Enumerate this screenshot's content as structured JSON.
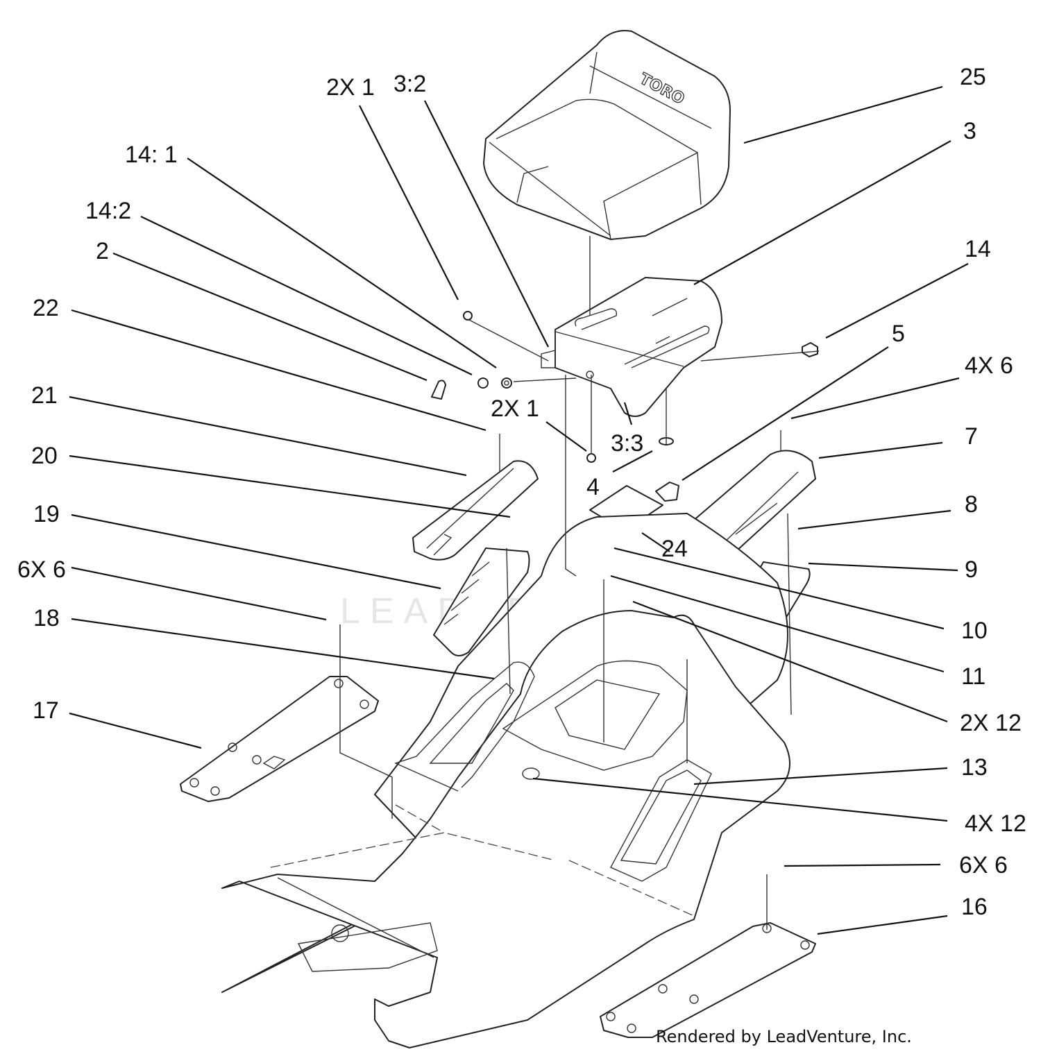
{
  "watermark": "LEADVENTURE",
  "credit": "Rendered by LeadVenture, Inc.",
  "seat_logo": "TORO",
  "callouts": [
    {
      "key": "25",
      "text": "25"
    },
    {
      "key": "3",
      "text": "3"
    },
    {
      "key": "2x1-top",
      "text": "2X 1"
    },
    {
      "key": "3-2",
      "text": "3:2"
    },
    {
      "key": "14-1",
      "text": "14: 1"
    },
    {
      "key": "14-2",
      "text": "14:2"
    },
    {
      "key": "2",
      "text": "2"
    },
    {
      "key": "22",
      "text": "22"
    },
    {
      "key": "14",
      "text": "14"
    },
    {
      "key": "5",
      "text": "5"
    },
    {
      "key": "4x6",
      "text": "4X 6"
    },
    {
      "key": "21",
      "text": "21"
    },
    {
      "key": "2x1-mid",
      "text": "2X 1"
    },
    {
      "key": "3-3",
      "text": "3:3"
    },
    {
      "key": "7",
      "text": "7"
    },
    {
      "key": "20",
      "text": "20"
    },
    {
      "key": "4",
      "text": "4"
    },
    {
      "key": "8",
      "text": "8"
    },
    {
      "key": "19",
      "text": "19"
    },
    {
      "key": "24",
      "text": "24"
    },
    {
      "key": "6x6-left",
      "text": "6X 6"
    },
    {
      "key": "9",
      "text": "9"
    },
    {
      "key": "18",
      "text": "18"
    },
    {
      "key": "10",
      "text": "10"
    },
    {
      "key": "11",
      "text": "11"
    },
    {
      "key": "17",
      "text": "17"
    },
    {
      "key": "2x12",
      "text": "2X 12"
    },
    {
      "key": "13",
      "text": "13"
    },
    {
      "key": "4x12",
      "text": "4X 12"
    },
    {
      "key": "6x6-right",
      "text": "6X 6"
    },
    {
      "key": "16",
      "text": "16"
    }
  ]
}
